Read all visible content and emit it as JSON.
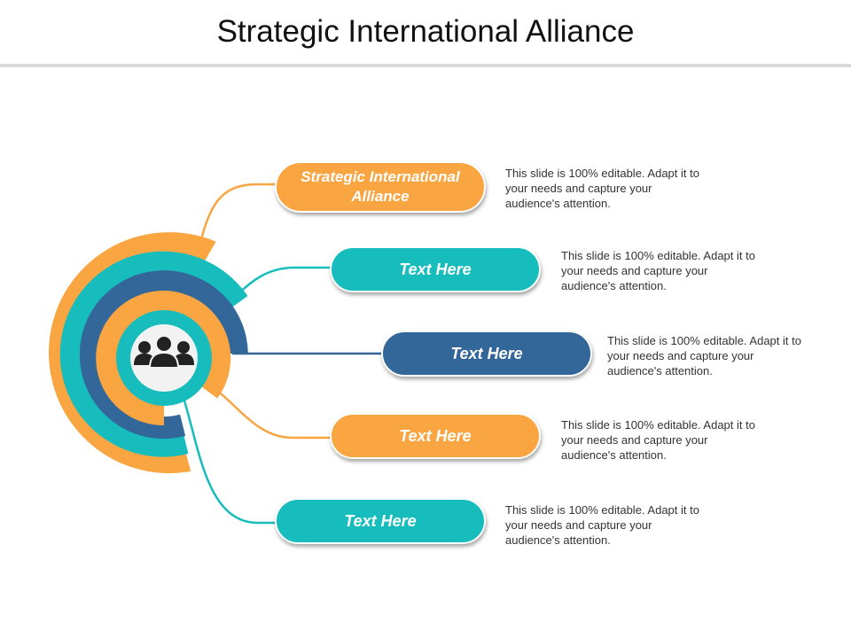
{
  "title": "Strategic International Alliance",
  "colors": {
    "orange": "#F9A541",
    "teal": "#17BCBC",
    "navy": "#336699",
    "icon": "#222222"
  },
  "center_icon": "team-people-icon",
  "items": [
    {
      "label": "Strategic International Alliance",
      "description": "This slide is 100% editable. Adapt it to your needs and capture your audience's attention.",
      "color": "#F9A541"
    },
    {
      "label": "Text Here",
      "description": "This slide is 100% editable. Adapt it to your needs and capture your audience's attention.",
      "color": "#17BCBC"
    },
    {
      "label": "Text Here",
      "description": "This slide is 100% editable. Adapt it to your needs and capture your audience's attention.",
      "color": "#336699"
    },
    {
      "label": "Text Here",
      "description": "This slide is 100% editable. Adapt it to your needs and capture your audience's attention.",
      "color": "#F9A541"
    },
    {
      "label": "Text Here",
      "description": "This slide is 100% editable. Adapt it to your needs and capture your audience's attention.",
      "color": "#17BCBC"
    }
  ]
}
